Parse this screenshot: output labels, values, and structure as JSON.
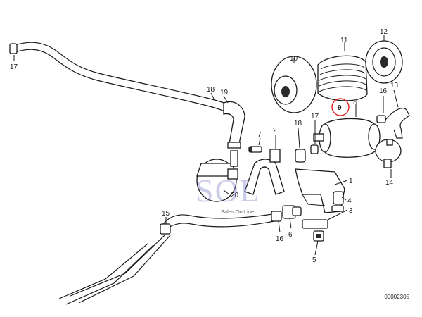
{
  "diagram": {
    "reference_code": "00002305",
    "watermark": "SOL",
    "watermark_sub": "Sales On Line",
    "highlight_color": "#e02020",
    "watermark_color": "#7878c8",
    "callouts": [
      {
        "id": "c17a",
        "text": "17"
      },
      {
        "id": "c18a",
        "text": "18"
      },
      {
        "id": "c19",
        "text": "19"
      },
      {
        "id": "c10",
        "text": "10"
      },
      {
        "id": "c11",
        "text": "11"
      },
      {
        "id": "c12",
        "text": "12"
      },
      {
        "id": "c16a",
        "text": "16"
      },
      {
        "id": "c13",
        "text": "13"
      },
      {
        "id": "c9",
        "text": "9"
      },
      {
        "id": "c8",
        "text": "8"
      },
      {
        "id": "c17b",
        "text": "17"
      },
      {
        "id": "c18b",
        "text": "18"
      },
      {
        "id": "c7",
        "text": "7"
      },
      {
        "id": "c2",
        "text": "2"
      },
      {
        "id": "c1",
        "text": "1"
      },
      {
        "id": "c14",
        "text": "14"
      },
      {
        "id": "c20",
        "text": "20"
      },
      {
        "id": "c4",
        "text": "4"
      },
      {
        "id": "c3",
        "text": "3"
      },
      {
        "id": "c15",
        "text": "15"
      },
      {
        "id": "c16b",
        "text": "16"
      },
      {
        "id": "c6",
        "text": "6"
      },
      {
        "id": "c5",
        "text": "5"
      }
    ]
  }
}
